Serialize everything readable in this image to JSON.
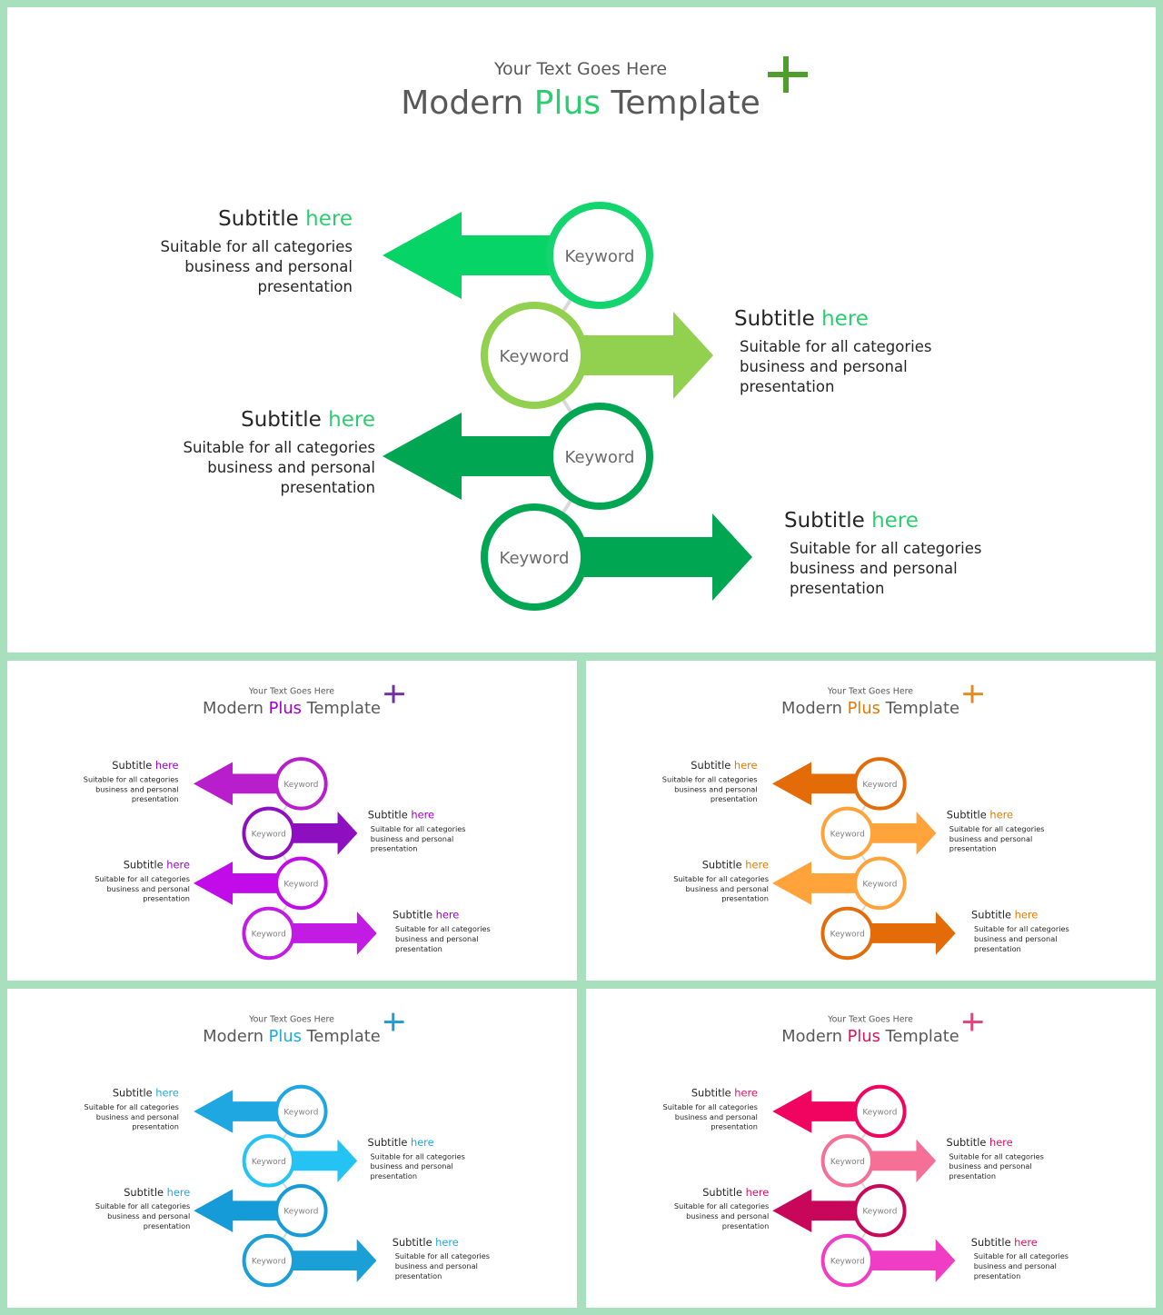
{
  "slides": [
    {
      "id": "main",
      "pre_title": "Your Text Goes Here",
      "title_before": "Modern",
      "title_highlight": "Plus",
      "title_after": "Template",
      "accent": "#4e9e2c",
      "keyword_color": "#6b6b6b",
      "plus_symbol": "plus-icon",
      "rows": [
        {
          "keyword": "Keyword",
          "subtitle": "Subtitle",
          "subtitle_highlight": "here",
          "highlight_color": "#2ecc71",
          "description": [
            "Suitable for all categories",
            "business and personal",
            "presentation"
          ],
          "direction": "left",
          "arrow_color": "#06d466",
          "ring_color": "#13d46d"
        },
        {
          "keyword": "Keyword",
          "subtitle": "Subtitle",
          "subtitle_highlight": "here",
          "highlight_color": "#2ecc71",
          "description": [
            "Suitable for all categories",
            "business and personal",
            "presentation"
          ],
          "direction": "right",
          "arrow_color": "#92d050",
          "ring_color": "#92d050"
        },
        {
          "keyword": "Keyword",
          "subtitle": "Subtitle",
          "subtitle_highlight": "here",
          "highlight_color": "#2ecc71",
          "description": [
            "Suitable for all categories",
            "business and personal",
            "presentation"
          ],
          "direction": "left",
          "arrow_color": "#00a651",
          "ring_color": "#00a651"
        },
        {
          "keyword": "Keyword",
          "subtitle": "Subtitle",
          "subtitle_highlight": "here",
          "highlight_color": "#2ecc71",
          "description": [
            "Suitable for all categories",
            "business and personal",
            "presentation"
          ],
          "direction": "right",
          "arrow_color": "#00a651",
          "ring_color": "#00a651"
        }
      ]
    },
    {
      "id": "purple",
      "pre_title": "Your Text Goes Here",
      "title_before": "Modern",
      "title_highlight": "Plus",
      "title_after": "Template",
      "accent": "#7030a0",
      "keyword_color": "#7f7f7f",
      "plus_symbol": "plus-icon",
      "rows": [
        {
          "keyword": "Keyword",
          "subtitle": "Subtitle",
          "subtitle_highlight": "here",
          "highlight_color": "#9900cc",
          "description": [
            "Suitable for all categories",
            "business and personal",
            "presentation"
          ],
          "direction": "left",
          "arrow_color": "#b81ecb",
          "ring_color": "#b81ecb"
        },
        {
          "keyword": "Keyword",
          "subtitle": "Subtitle",
          "subtitle_highlight": "here",
          "highlight_color": "#9900cc",
          "description": [
            "Suitable for all categories",
            "business and personal",
            "presentation"
          ],
          "direction": "right",
          "arrow_color": "#8e0fc0",
          "ring_color": "#8e0fc0"
        },
        {
          "keyword": "Keyword",
          "subtitle": "Subtitle",
          "subtitle_highlight": "here",
          "highlight_color": "#9900cc",
          "description": [
            "Suitable for all categories",
            "business and personal",
            "presentation"
          ],
          "direction": "left",
          "arrow_color": "#c10ce9",
          "ring_color": "#c10ce9"
        },
        {
          "keyword": "Keyword",
          "subtitle": "Subtitle",
          "subtitle_highlight": "here",
          "highlight_color": "#9900cc",
          "description": [
            "Suitable for all categories",
            "business and personal",
            "presentation"
          ],
          "direction": "right",
          "arrow_color": "#c21be3",
          "ring_color": "#c21be3"
        }
      ]
    },
    {
      "id": "orange",
      "pre_title": "Your Text Goes Here",
      "title_before": "Modern",
      "title_highlight": "Plus",
      "title_after": "Template",
      "accent": "#e48a23",
      "keyword_color": "#7f7f7f",
      "plus_symbol": "plus-icon",
      "rows": [
        {
          "keyword": "Keyword",
          "subtitle": "Subtitle",
          "subtitle_highlight": "here",
          "highlight_color": "#e07b00",
          "description": [
            "Suitable for all categories",
            "business and personal",
            "presentation"
          ],
          "direction": "left",
          "arrow_color": "#e36c09",
          "ring_color": "#e36c09"
        },
        {
          "keyword": "Keyword",
          "subtitle": "Subtitle",
          "subtitle_highlight": "here",
          "highlight_color": "#e07b00",
          "description": [
            "Suitable for all categories",
            "business and personal",
            "presentation"
          ],
          "direction": "right",
          "arrow_color": "#ffa33a",
          "ring_color": "#ffa33a"
        },
        {
          "keyword": "Keyword",
          "subtitle": "Subtitle",
          "subtitle_highlight": "here",
          "highlight_color": "#e07b00",
          "description": [
            "Suitable for all categories",
            "business and personal",
            "presentation"
          ],
          "direction": "left",
          "arrow_color": "#ffa33a",
          "ring_color": "#ffa33a"
        },
        {
          "keyword": "Keyword",
          "subtitle": "Subtitle",
          "subtitle_highlight": "here",
          "highlight_color": "#e07b00",
          "description": [
            "Suitable for all categories",
            "business and personal",
            "presentation"
          ],
          "direction": "right",
          "arrow_color": "#e36c09",
          "ring_color": "#e36c09"
        }
      ]
    },
    {
      "id": "blue",
      "pre_title": "Your Text Goes Here",
      "title_before": "Modern",
      "title_highlight": "Plus",
      "title_after": "Template",
      "accent": "#1f9bd7",
      "keyword_color": "#7f7f7f",
      "plus_symbol": "plus-icon",
      "rows": [
        {
          "keyword": "Keyword",
          "subtitle": "Subtitle",
          "subtitle_highlight": "here",
          "highlight_color": "#1fa8e0",
          "description": [
            "Suitable for all categories",
            "business and personal",
            "presentation"
          ],
          "direction": "left",
          "arrow_color": "#1ea7e1",
          "ring_color": "#1ea7e1"
        },
        {
          "keyword": "Keyword",
          "subtitle": "Subtitle",
          "subtitle_highlight": "here",
          "highlight_color": "#1fa8e0",
          "description": [
            "Suitable for all categories",
            "business and personal",
            "presentation"
          ],
          "direction": "right",
          "arrow_color": "#24c3f3",
          "ring_color": "#24c3f3"
        },
        {
          "keyword": "Keyword",
          "subtitle": "Subtitle",
          "subtitle_highlight": "here",
          "highlight_color": "#1fa8e0",
          "description": [
            "Suitable for all categories",
            "business and personal",
            "presentation"
          ],
          "direction": "left",
          "arrow_color": "#159bd8",
          "ring_color": "#159bd8"
        },
        {
          "keyword": "Keyword",
          "subtitle": "Subtitle",
          "subtitle_highlight": "here",
          "highlight_color": "#1fa8e0",
          "description": [
            "Suitable for all categories",
            "business and personal",
            "presentation"
          ],
          "direction": "right",
          "arrow_color": "#1a9fd6",
          "ring_color": "#1a9fd6"
        }
      ]
    },
    {
      "id": "pink",
      "pre_title": "Your Text Goes Here",
      "title_before": "Modern",
      "title_highlight": "Plus",
      "title_after": "Template",
      "accent": "#e0457b",
      "keyword_color": "#7f7f7f",
      "plus_symbol": "plus-icon",
      "rows": [
        {
          "keyword": "Keyword",
          "subtitle": "Subtitle",
          "subtitle_highlight": "here",
          "highlight_color": "#e0115f",
          "description": [
            "Suitable for all categories",
            "business and personal",
            "presentation"
          ],
          "direction": "left",
          "arrow_color": "#f0045f",
          "ring_color": "#f0045f"
        },
        {
          "keyword": "Keyword",
          "subtitle": "Subtitle",
          "subtitle_highlight": "here",
          "highlight_color": "#e0115f",
          "description": [
            "Suitable for all categories",
            "business and personal",
            "presentation"
          ],
          "direction": "right",
          "arrow_color": "#f56f97",
          "ring_color": "#f56f97"
        },
        {
          "keyword": "Keyword",
          "subtitle": "Subtitle",
          "subtitle_highlight": "here",
          "highlight_color": "#e0115f",
          "description": [
            "Suitable for all categories",
            "business and personal",
            "presentation"
          ],
          "direction": "left",
          "arrow_color": "#c8075a",
          "ring_color": "#c8075a"
        },
        {
          "keyword": "Keyword",
          "subtitle": "Subtitle",
          "subtitle_highlight": "here",
          "highlight_color": "#e0115f",
          "description": [
            "Suitable for all categories",
            "business and personal",
            "presentation"
          ],
          "direction": "right",
          "arrow_color": "#f03ec4",
          "ring_color": "#f03ec4"
        }
      ]
    }
  ]
}
